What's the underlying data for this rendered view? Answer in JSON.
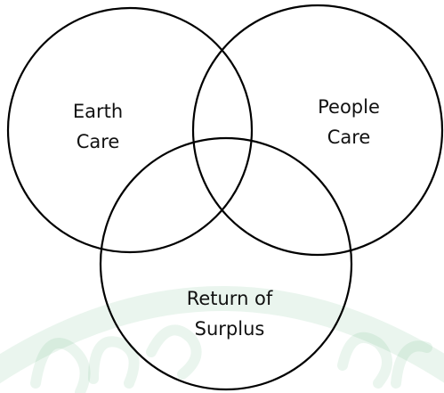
{
  "diagram": {
    "type": "venn",
    "sets": [
      {
        "id": "earth",
        "label_lines": [
          "Earth",
          "Care"
        ]
      },
      {
        "id": "people",
        "label_lines": [
          "People",
          "Care"
        ]
      },
      {
        "id": "surplus",
        "label_lines": [
          "Return of",
          "Surplus"
        ]
      }
    ]
  },
  "colors": {
    "stroke": "#000000",
    "background": "#ffffff",
    "watermark": "#2e9a5a"
  }
}
